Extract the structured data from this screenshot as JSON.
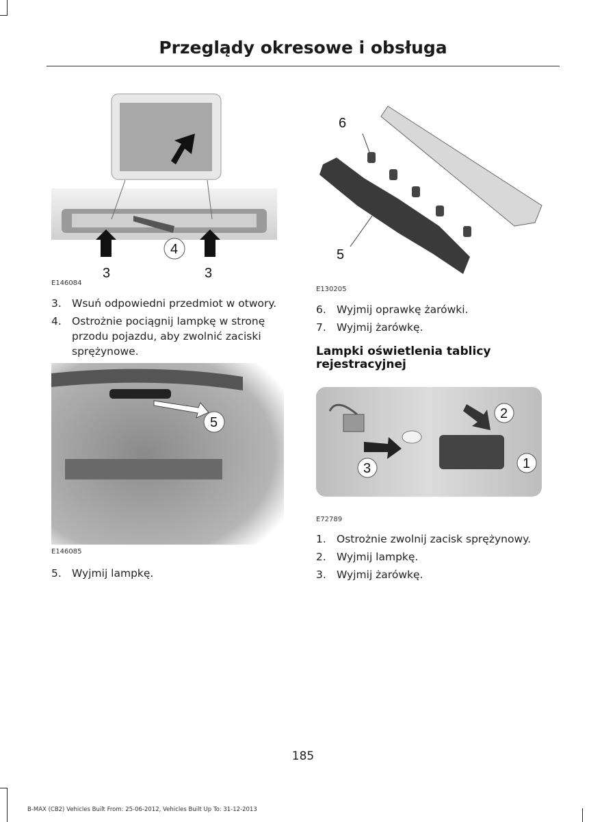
{
  "header": {
    "title": "Przeglądy okresowe i obsługa"
  },
  "left": {
    "figure1": {
      "caption": "E146084",
      "callouts": [
        "4",
        "3",
        "3"
      ]
    },
    "steps1": [
      {
        "n": "3.",
        "text": "Wsuń odpowiedni przedmiot w otwory."
      },
      {
        "n": "4.",
        "text": "Ostrożnie pociągnij lampkę w stronę przodu pojazdu, aby zwolnić zaciski sprężynowe."
      }
    ],
    "figure2": {
      "caption": "E146085",
      "callouts": [
        "5"
      ]
    },
    "steps2": [
      {
        "n": "5.",
        "text": "Wyjmij lampkę."
      }
    ]
  },
  "right": {
    "figure1": {
      "caption": "E130205",
      "callouts": [
        "6",
        "5"
      ]
    },
    "steps1": [
      {
        "n": "6.",
        "text": "Wyjmij oprawkę żarówki."
      },
      {
        "n": "7.",
        "text": "Wyjmij żarówkę."
      }
    ],
    "heading": "Lampki oświetlenia tablicy rejestracyjnej",
    "figure2": {
      "caption": "E72789",
      "callouts": [
        "2",
        "1",
        "3"
      ]
    },
    "steps2": [
      {
        "n": "1.",
        "text": "Ostrożnie zwolnij zacisk sprężynowy."
      },
      {
        "n": "2.",
        "text": "Wyjmij lampkę."
      },
      {
        "n": "3.",
        "text": "Wyjmij żarówkę."
      }
    ]
  },
  "footer": {
    "page_number": "185",
    "text": "B-MAX (CB2) Vehicles Built From: 25-06-2012, Vehicles Built Up To: 31-12-2013"
  }
}
